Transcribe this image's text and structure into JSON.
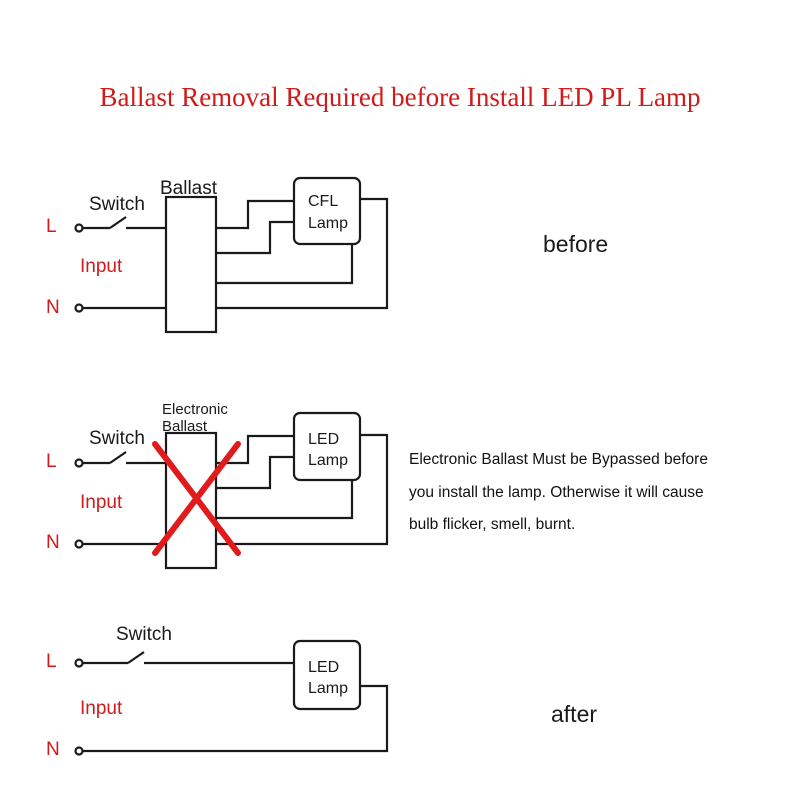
{
  "title": "Ballast Removal Required before Install LED PL Lamp",
  "before": {
    "line_label": "L",
    "neutral_label": "N",
    "input_label": "Input",
    "switch_label": "Switch",
    "ballast_label": "Ballast",
    "lamp_line1": "CFL",
    "lamp_line2": "Lamp",
    "caption": "before"
  },
  "bypass": {
    "line_label": "L",
    "neutral_label": "N",
    "input_label": "Input",
    "switch_label": "Switch",
    "ballast_line1": "Electronic",
    "ballast_line2": "Ballast",
    "lamp_line1": "LED",
    "lamp_line2": "Lamp",
    "note": [
      "Electronic Ballast Must be Bypassed before",
      "you install the lamp. Otherwise it will cause",
      "bulb flicker, smell, burnt."
    ]
  },
  "after": {
    "line_label": "L",
    "neutral_label": "N",
    "input_label": "Input",
    "switch_label": "Switch",
    "lamp_line1": "LED",
    "lamp_line2": "Lamp",
    "caption": "after"
  },
  "colors": {
    "accent": "#d11a1a",
    "line": "#1a1a1a",
    "cross": "#e11b1b"
  }
}
